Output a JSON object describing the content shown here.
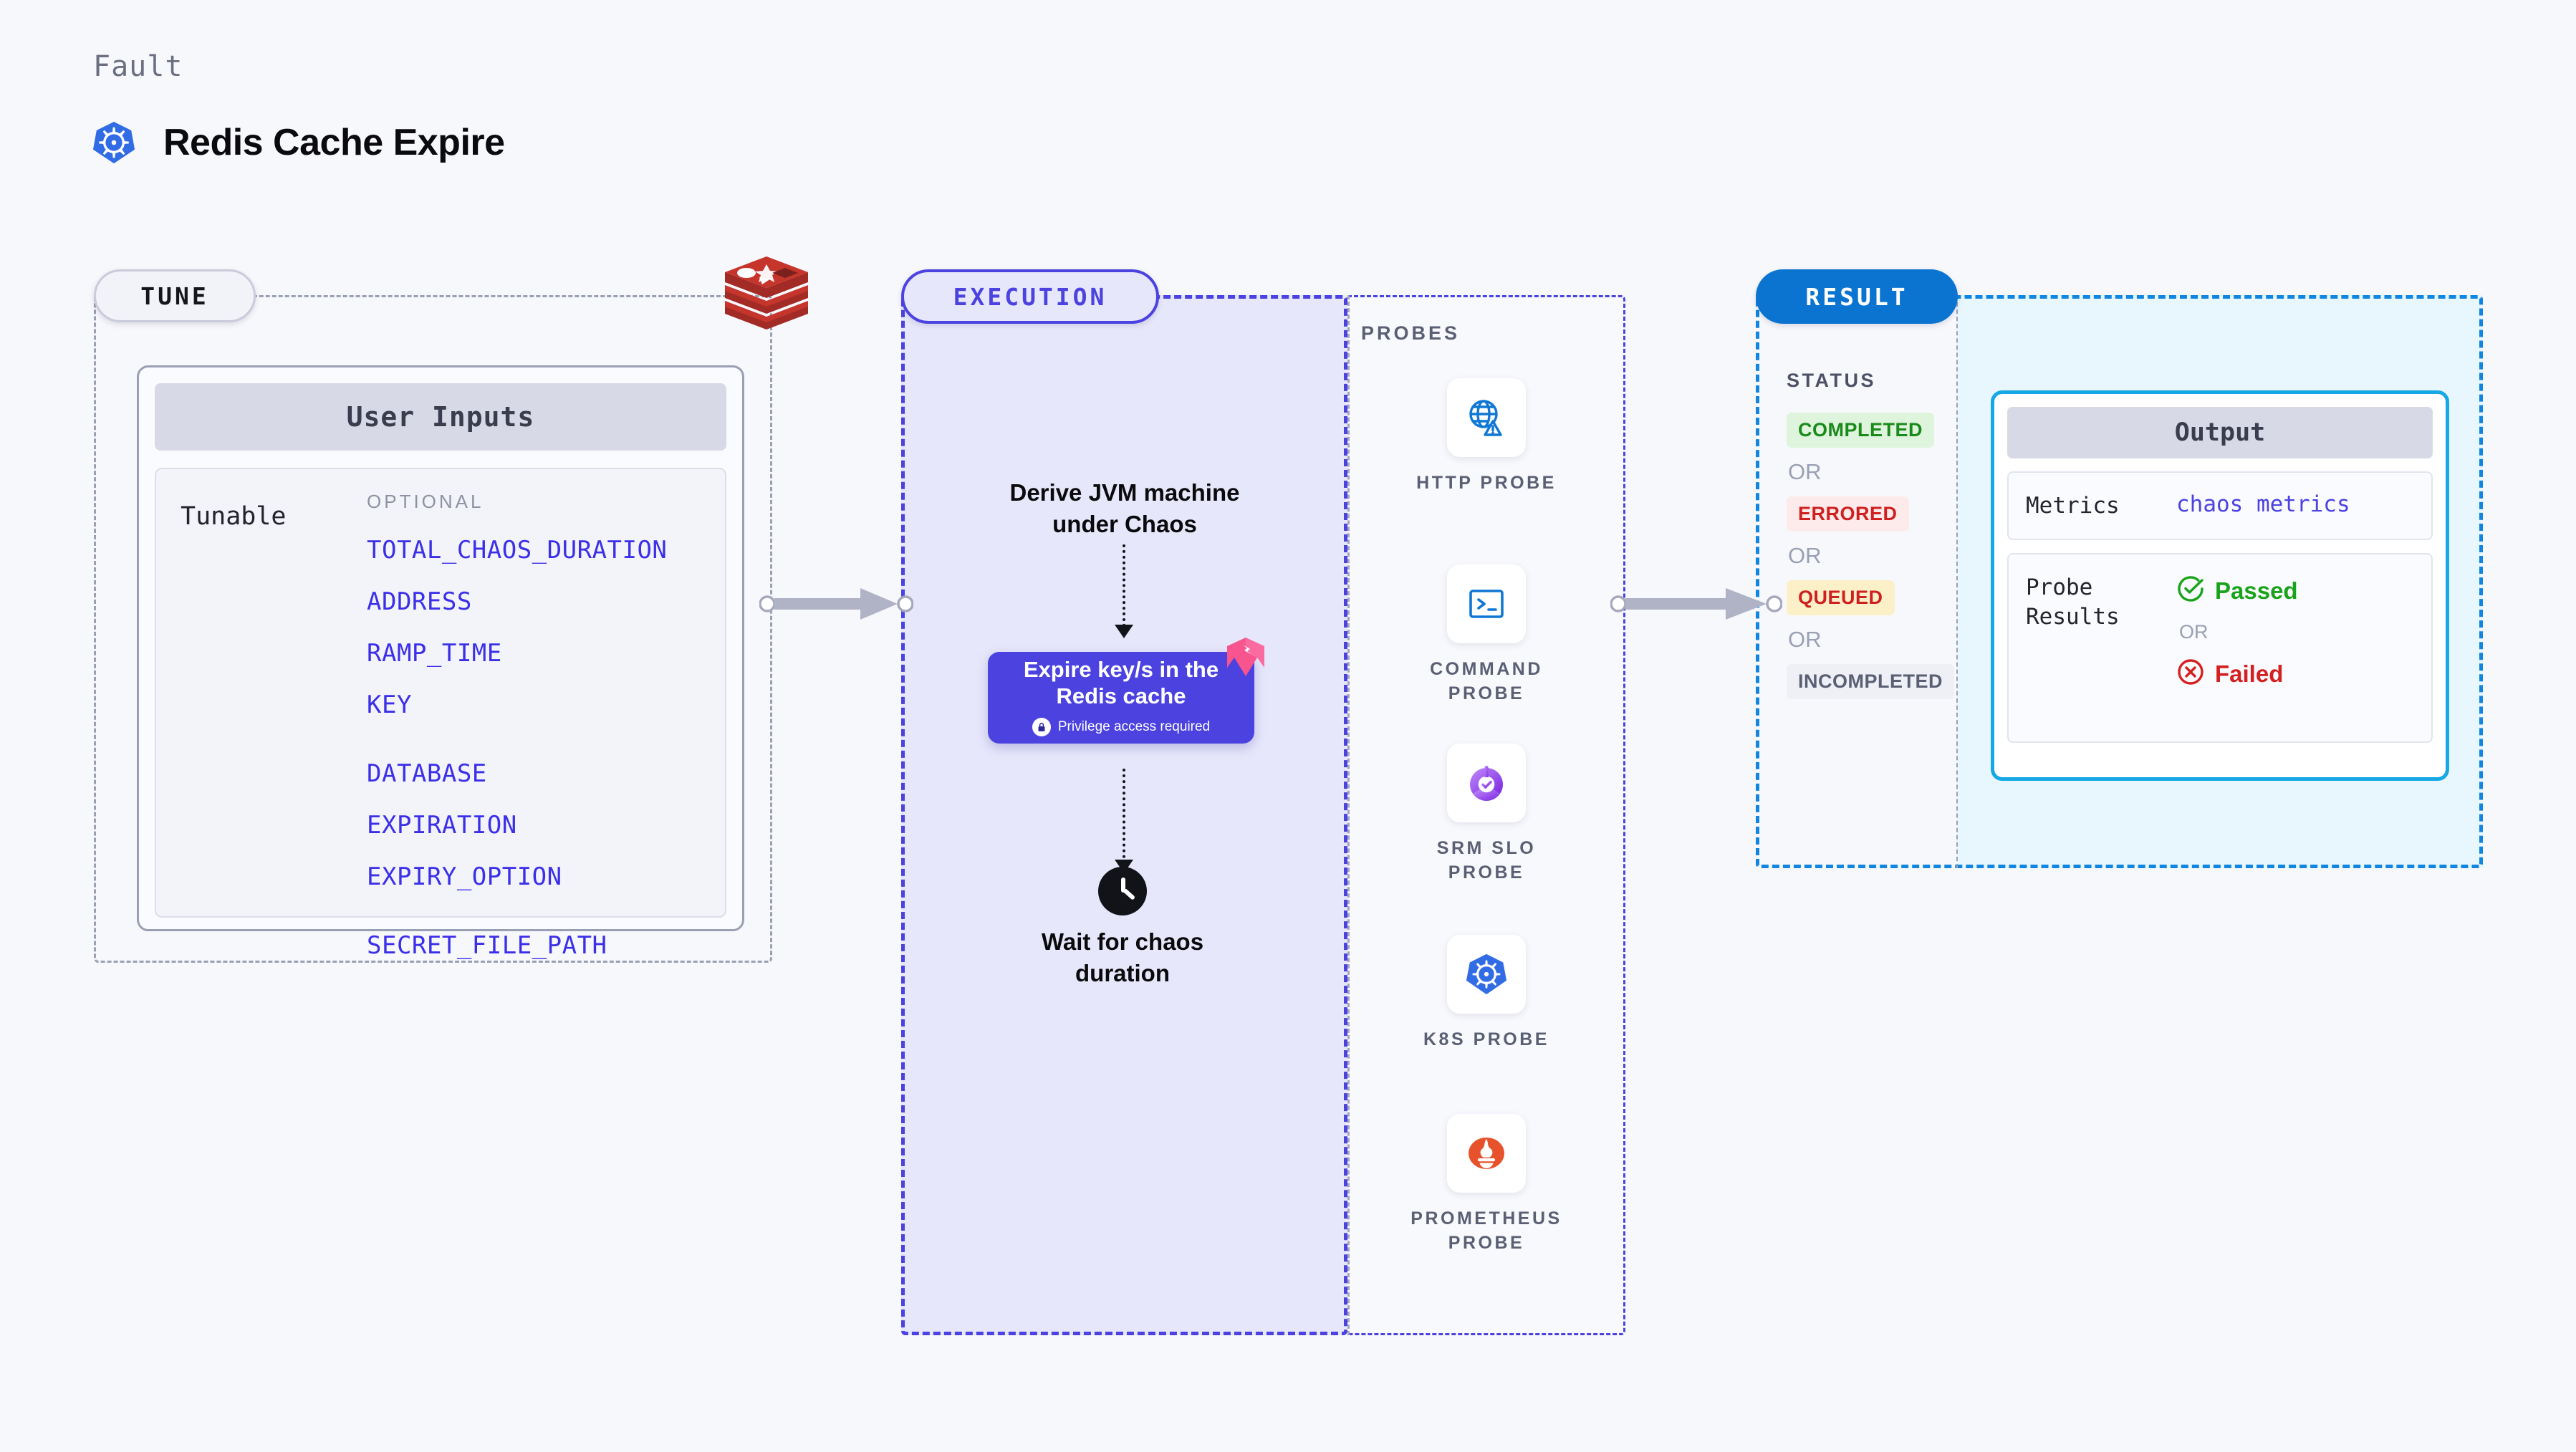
{
  "header": {
    "kicker": "Fault",
    "title": "Redis Cache Expire",
    "logo_icon": "kubernetes-icon"
  },
  "colors": {
    "background": "#f7f8fc",
    "tune_border": "#9aa0b4",
    "execution_accent": "#4b42e0",
    "result_accent": "#0a74d0",
    "output_border": "#16a7e5",
    "param_text": "#3b2fe8",
    "redis_red": "#a32b26",
    "passed_green": "#1aa31a",
    "failed_red": "#d42020"
  },
  "tune": {
    "badge": "TUNE",
    "source_icon": "redis-icon",
    "card_title": "User Inputs",
    "row_label": "Tunable",
    "group_label": "OPTIONAL",
    "parameters": [
      "TOTAL_CHAOS_DURATION",
      "ADDRESS",
      "RAMP_TIME",
      "KEY",
      "DATABASE",
      "EXPIRATION",
      "EXPIRY_OPTION",
      "SECRET_FILE_PATH"
    ]
  },
  "execution": {
    "badge": "EXECUTION",
    "derive_step": "Derive JVM machine\nunder Chaos",
    "action_card": {
      "title": "Expire key/s in the\nRedis cache",
      "privilege_note": "Privilege access required",
      "lock_icon": "lock-icon",
      "ribbon_icon": "harness-ribbon-icon"
    },
    "wait_step": "Wait for chaos\nduration",
    "wait_icon": "clock-icon"
  },
  "probes": {
    "title": "PROBES",
    "items": [
      {
        "name": "HTTP PROBE",
        "icon": "globe-warning-icon"
      },
      {
        "name": "COMMAND\nPROBE",
        "icon": "terminal-icon"
      },
      {
        "name": "SRM SLO\nPROBE",
        "icon": "srm-slo-icon"
      },
      {
        "name": "K8S PROBE",
        "icon": "kubernetes-icon"
      },
      {
        "name": "PROMETHEUS\nPROBE",
        "icon": "prometheus-icon"
      }
    ]
  },
  "result": {
    "badge": "RESULT",
    "status_title": "STATUS",
    "or_label": "OR",
    "statuses": [
      {
        "label": "COMPLETED",
        "bg": "#dff4dd",
        "fg": "#1a8a1a"
      },
      {
        "label": "ERRORED",
        "bg": "#fdeaea",
        "fg": "#cf2020"
      },
      {
        "label": "QUEUED",
        "bg": "#fcf0c9",
        "fg": "#cf2020"
      },
      {
        "label": "INCOMPLETED",
        "bg": "#eef0f6",
        "fg": "#5a5f73"
      }
    ],
    "output": {
      "title": "Output",
      "metrics_label": "Metrics",
      "metrics_value": "chaos metrics",
      "probe_results_label": "Probe\nResults",
      "passed_label": "Passed",
      "failed_label": "Failed",
      "or_label": "OR",
      "passed_icon": "check-circle-icon",
      "failed_icon": "x-circle-icon"
    }
  },
  "connectors": {
    "tune_to_execution": "arrow-right",
    "execution_to_result": "arrow-right"
  }
}
